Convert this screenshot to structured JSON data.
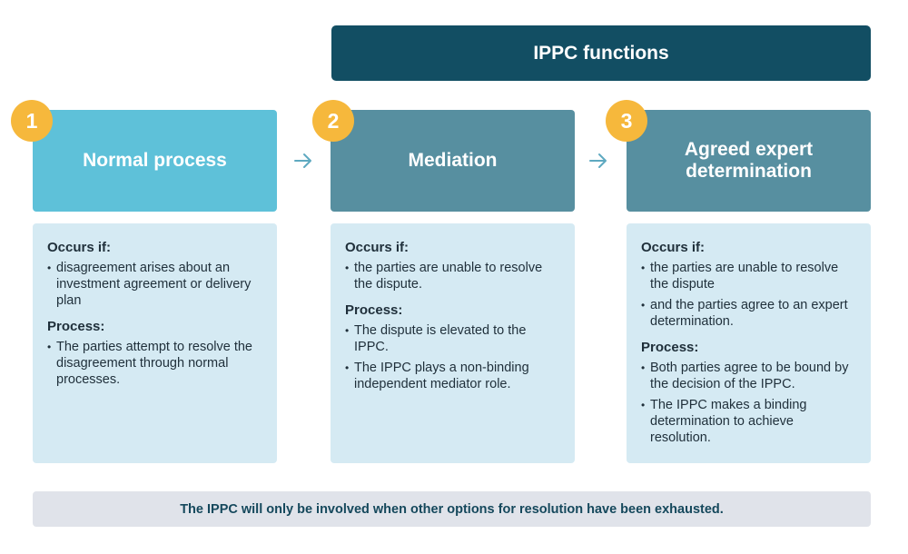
{
  "banner": {
    "title": "IPPC functions"
  },
  "steps": [
    {
      "number": "1",
      "title": "Normal process",
      "occurs_label": "Occurs if:",
      "occurs": [
        "disagreement arises about an investment agreement or delivery plan"
      ],
      "process_label": "Process:",
      "process": [
        "The parties attempt to resolve the disagreement through normal processes."
      ]
    },
    {
      "number": "2",
      "title": "Mediation",
      "occurs_label": "Occurs if:",
      "occurs": [
        "the parties are unable to resolve the dispute."
      ],
      "process_label": "Process:",
      "process": [
        "The dispute is elevated to the IPPC.",
        "The IPPC plays a non-binding independent mediator role."
      ]
    },
    {
      "number": "3",
      "title": "Agreed expert\ndetermination",
      "occurs_label": "Occurs if:",
      "occurs": [
        "the parties are unable to resolve the dispute",
        "and the parties agree to an expert determination."
      ],
      "process_label": "Process:",
      "process": [
        "Both parties agree to be bound by the decision of the IPPC.",
        "The IPPC makes a binding determination to achieve resolution."
      ]
    }
  ],
  "footer": {
    "note": "The IPPC will only be involved when other options for resolution have been exhausted."
  },
  "colors": {
    "banner": "#124e63",
    "step_1_header": "#5ec1d9",
    "step_header": "#578fa0",
    "badge": "#f6b83c",
    "detail_panel": "#d5eaf3",
    "footer_panel": "#e0e3ea",
    "arrow": "#5ea9c0"
  },
  "icons": {
    "flow_arrow": "arrow-right-icon"
  }
}
